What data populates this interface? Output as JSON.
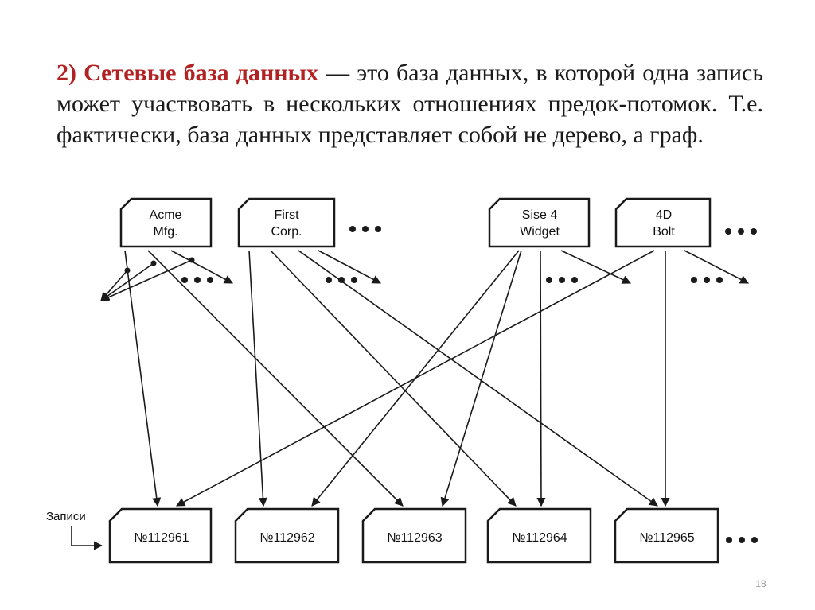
{
  "slide": {
    "number_prefix": "2) ",
    "term": "Сетевые база данных",
    "definition": " — это база данных, в которой одна запись может участвовать в нескольких отношениях предок-потомок. Т.е. фактически, база данных представляет собой не дерево, а граф.",
    "page_number": "18"
  },
  "diagram": {
    "owners": [
      {
        "line1": "Acme",
        "line2": "Mfg."
      },
      {
        "line1": "First",
        "line2": "Corp."
      },
      {
        "line1": "Sise 4",
        "line2": "Widget"
      },
      {
        "line1": "4D",
        "line2": "Bolt"
      }
    ],
    "records_label": "Записи",
    "records": [
      "№112961",
      "№112962",
      "№112963",
      "№112964",
      "№112965"
    ],
    "colors": {
      "stroke": "#1a1a1a",
      "term": "#b22222"
    }
  }
}
